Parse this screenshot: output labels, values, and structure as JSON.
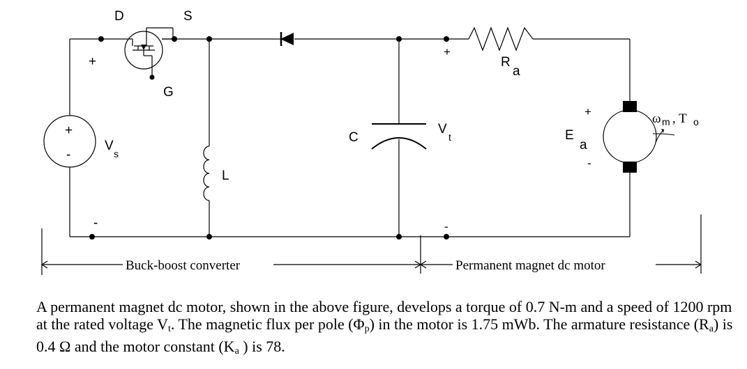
{
  "labels": {
    "D": "D",
    "S": "S",
    "G": "G",
    "Vs": "V",
    "Vs_sub": "s",
    "L": "L",
    "C": "C",
    "Vt": "V",
    "Vt_sub": "t",
    "Ra": "R",
    "Ra_sub": "a",
    "Ea": "E",
    "Ea_sub": "a",
    "wm": "ω",
    "wm_sub": "m",
    "To": ", T",
    "To_sub": "o",
    "plus": "+",
    "minus": "-"
  },
  "sections": {
    "converter": "Buck-boost converter",
    "motor": "Permanent magnet dc  motor"
  },
  "problem": {
    "p1": "A permanent magnet dc motor, shown in the above figure, develops a torque of 0.7 N-m and a speed of 1200 rpm at the rated voltage V",
    "p1_sub": "t",
    "p2": ". The magnetic flux per pole (Φ",
    "p2_sub": "p",
    "p3": ") in the motor is 1.75 mWb. The armature resistance (R",
    "p3_sub": "a",
    "p4": ") is 0.4 Ω and the motor constant (K",
    "p4_sub": "a",
    "p5": " ) is 78."
  }
}
